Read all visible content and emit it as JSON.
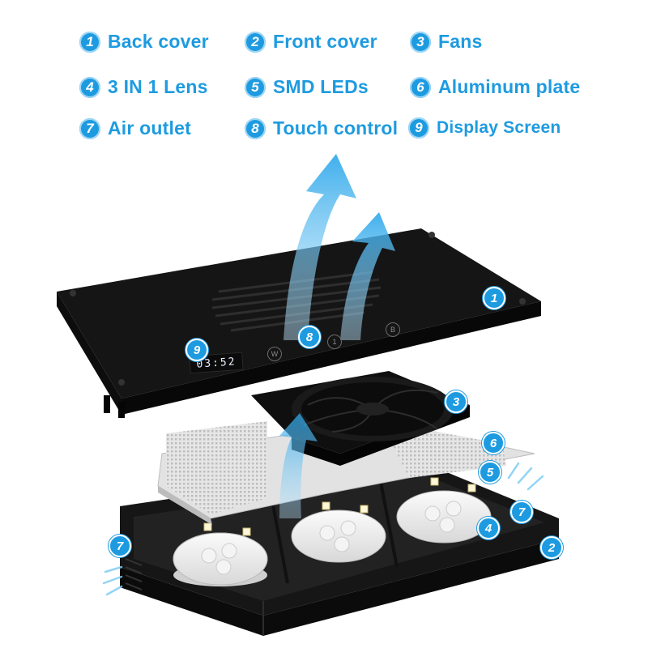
{
  "legend": {
    "items": [
      {
        "num": "1",
        "label": "Back cover"
      },
      {
        "num": "2",
        "label": "Front cover"
      },
      {
        "num": "3",
        "label": "Fans"
      },
      {
        "num": "4",
        "label": "3 IN 1 Lens"
      },
      {
        "num": "5",
        "label": "SMD LEDs"
      },
      {
        "num": "6",
        "label": "Aluminum plate"
      },
      {
        "num": "7",
        "label": "Air outlet"
      },
      {
        "num": "8",
        "label": "Touch control"
      },
      {
        "num": "9",
        "label": "Display Screen"
      }
    ]
  },
  "callouts": {
    "back_cover": "1",
    "front_cover": "2",
    "fans": "3",
    "lens": "4",
    "smd_leds": "5",
    "aluminum_plate": "6",
    "air_outlet": "7",
    "touch_control": "8",
    "display_screen": "9"
  },
  "display": {
    "time": "03:52"
  },
  "touch_buttons": {
    "b1": "W",
    "b2": "1",
    "b3": "B"
  },
  "colors": {
    "accent": "#1e9be0",
    "housing": "#111111",
    "heatsink": "#d9d9d9",
    "airflow": "#5bbcf0"
  }
}
